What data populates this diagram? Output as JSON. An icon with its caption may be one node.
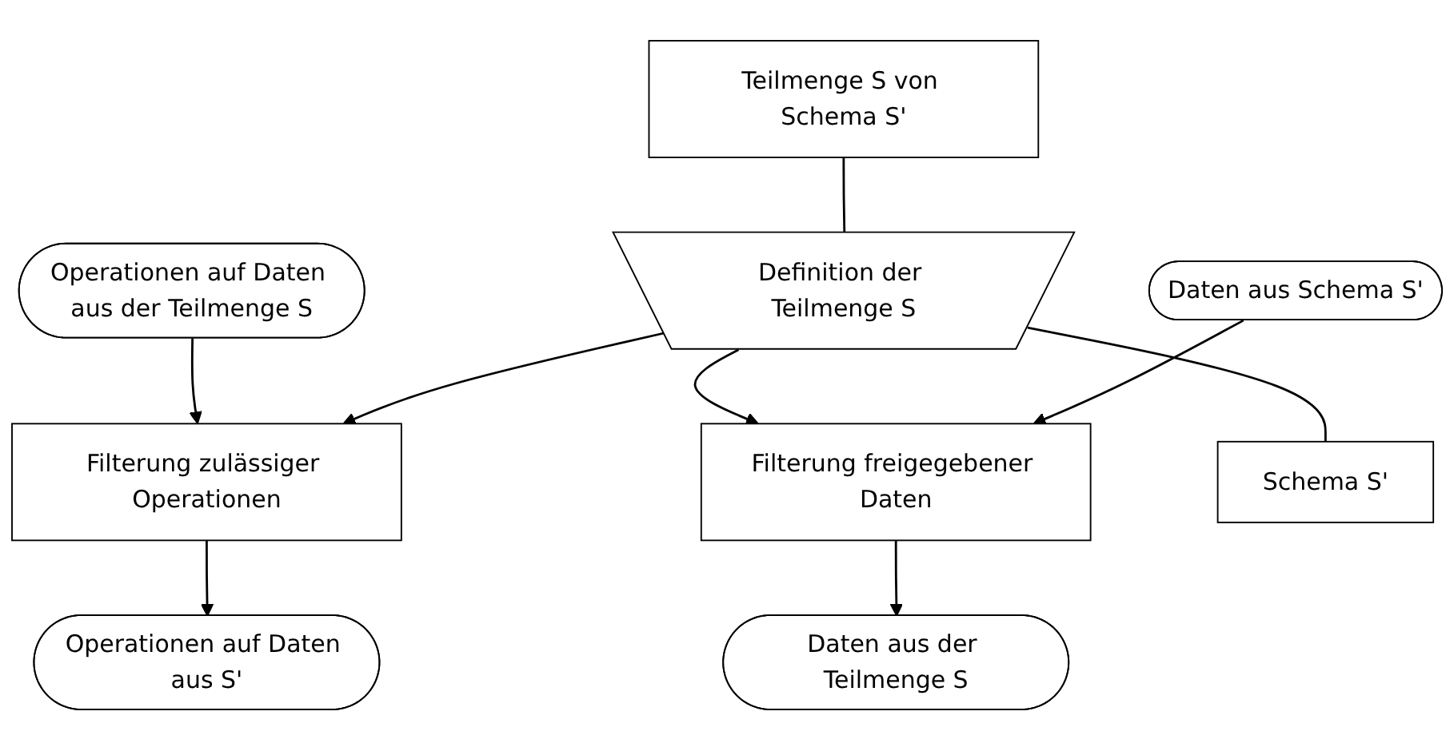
{
  "diagram": {
    "nodes": [
      {
        "text": [
          "Operationen auf Daten aus der Teilmenge S"
        ]
      },
      {
        "text": [
          "Teilmenge S von Schema S'"
        ]
      },
      {
        "text": [
          "Daten aus der Teilmenge S"
        ]
      },
      {
        "text": [
          "Filterung zulässiger Operationen"
        ]
      },
      {
        "text": [
          "Definition der Teilmenge S"
        ]
      },
      {
        "text": [
          "Filterung freigegebener Daten"
        ]
      },
      {
        "text": [
          "Operationen auf Daten aus S'"
        ]
      },
      {
        "text": [
          "Schema S'"
        ]
      },
      {
        "text": [
          "Daten aus Schema S'"
        ]
      }
    ],
    "edges": [
      {
        "from": 0,
        "to": 3,
        "arrow": "to"
      },
      {
        "from": 3,
        "to": 6,
        "arrow": "to"
      },
      {
        "from": 1,
        "to": 4,
        "arrow": "none"
      },
      {
        "from": 4,
        "to": 3,
        "arrow": "to"
      },
      {
        "from": 4,
        "to": 5,
        "arrow": "to"
      },
      {
        "from": 4,
        "to": 7,
        "arrow": "none"
      },
      {
        "from": 8,
        "to": 5,
        "arrow": "to"
      },
      {
        "from": 5,
        "to": 2,
        "arrow": "to"
      }
    ]
  }
}
